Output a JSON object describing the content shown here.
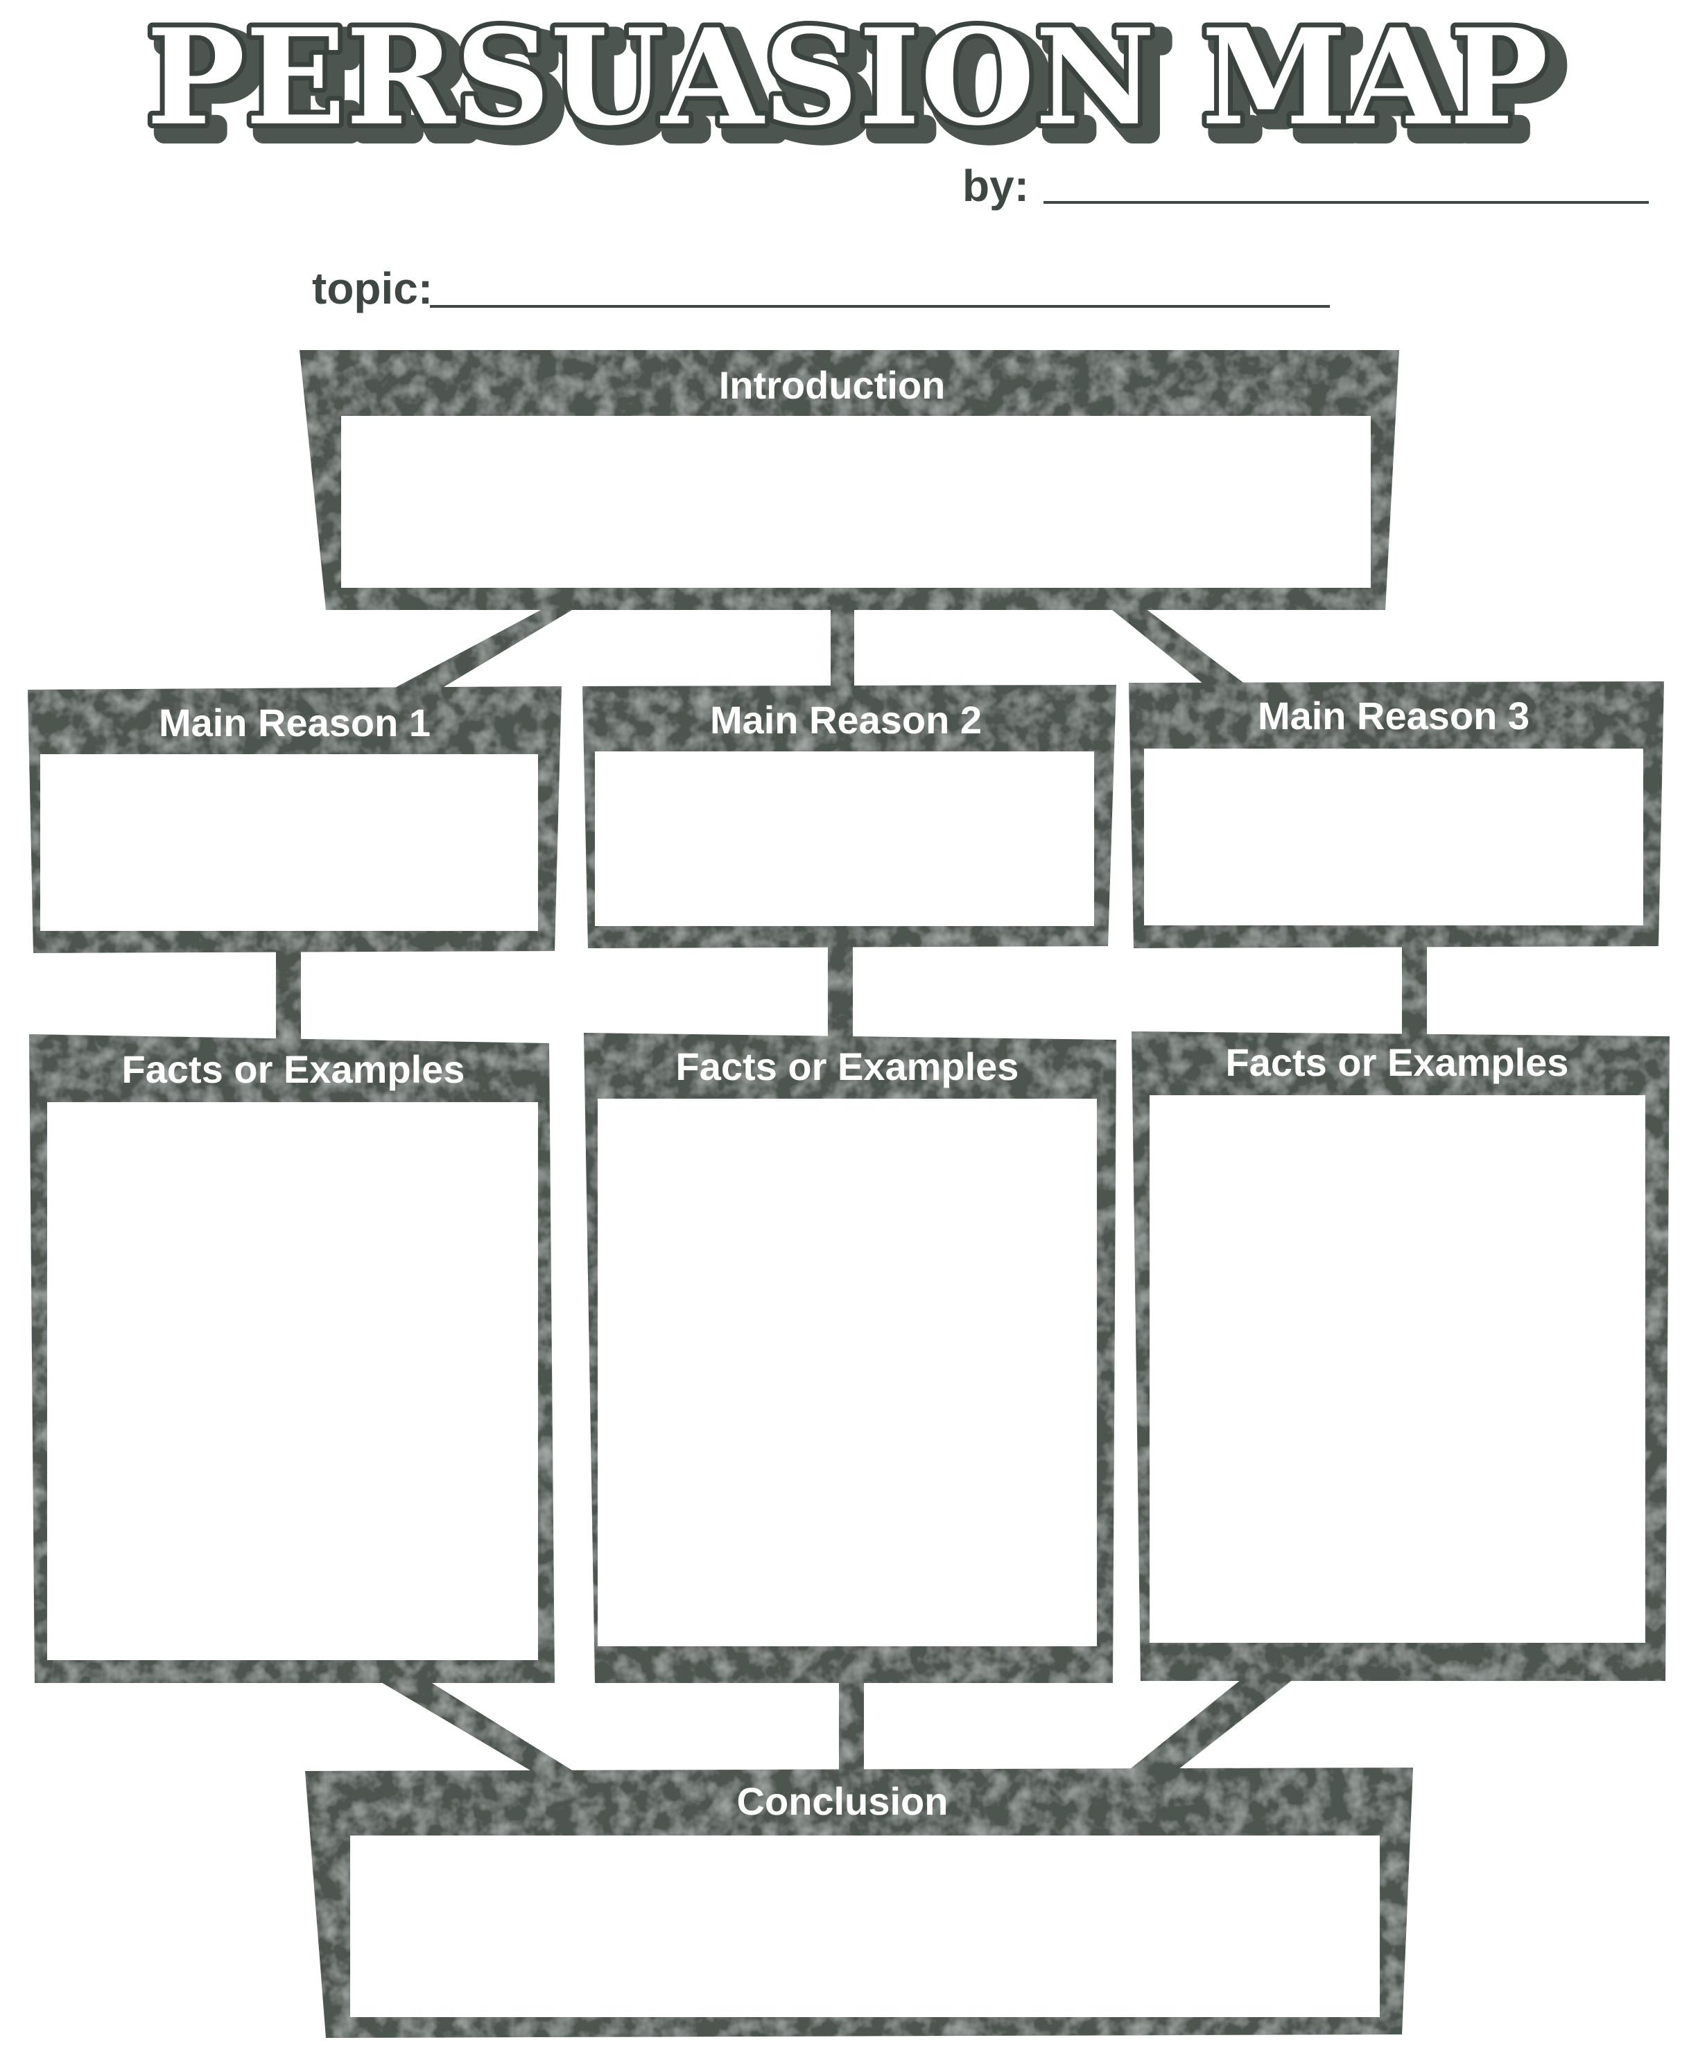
{
  "title": "PERSUASION MAP",
  "by_label": "by:",
  "topic_label": "topic:",
  "sections": {
    "introduction": "Introduction",
    "reason_1": "Main Reason 1",
    "reason_2": "Main Reason 2",
    "reason_3": "Main Reason 3",
    "facts_1": "Facts or Examples",
    "facts_2": "Facts or Examples",
    "facts_3": "Facts or Examples",
    "conclusion": "Conclusion"
  },
  "colors": {
    "frame": "#4d5550",
    "frame_light": "#6b736e",
    "title_fill": "#ffffff",
    "title_stroke": "#46504b",
    "text": "#3f4743"
  }
}
